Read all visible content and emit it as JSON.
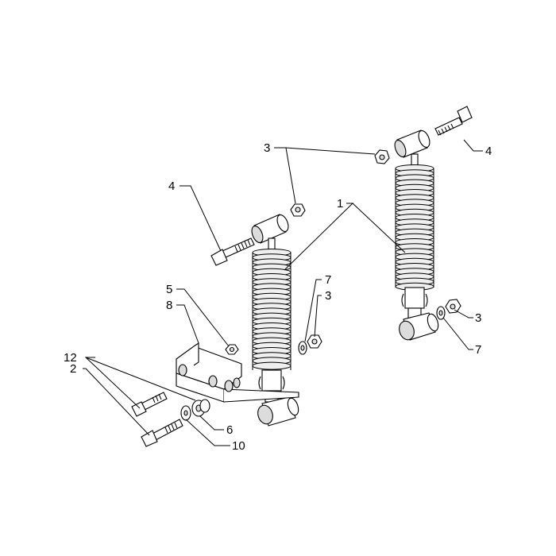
{
  "diagram": {
    "labels": {
      "l1": "1",
      "l2": "2",
      "l3a": "3",
      "l3b": "3",
      "l3c": "3",
      "l4a": "4",
      "l4b": "4",
      "l5": "5",
      "l6": "6",
      "l7a": "7",
      "l7b": "7",
      "l8": "8",
      "l10": "10",
      "l12": "12"
    }
  }
}
